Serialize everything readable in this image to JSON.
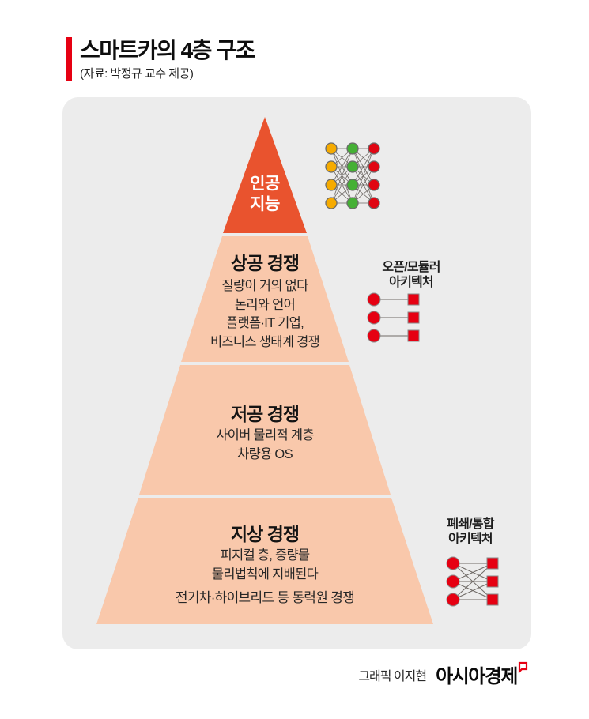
{
  "header": {
    "title": "스마트카의 4층 구조",
    "source": "(자료: 박정규 교수 제공)",
    "accent_color": "#e60012"
  },
  "pyramid": {
    "layers": [
      {
        "name": "인공지능",
        "title_lines": [
          "인공",
          "지능"
        ],
        "color": "#e9532e",
        "text_color": "#ffffff"
      },
      {
        "name": "상공 경쟁",
        "title": "상공 경쟁",
        "lines": [
          "질량이 거의 없다",
          "논리와 언어",
          "플랫폼·IT 기업,",
          "비즈니스 생태계 경쟁"
        ],
        "color": "#f9c8ab"
      },
      {
        "name": "저공 경쟁",
        "title": "저공 경쟁",
        "lines": [
          "사이버 물리적 계층",
          "차량용 OS"
        ],
        "color": "#f9c8ab"
      },
      {
        "name": "지상 경쟁",
        "title": "지상 경쟁",
        "lines": [
          "피지컬 층, 중량물",
          "물리법칙에 지배된다"
        ],
        "footnote": "전기차·하이브리드 등 동력원 경쟁",
        "color": "#f9c8ab"
      }
    ]
  },
  "diagrams": {
    "neural_network": {
      "columns": 3,
      "rows": 4,
      "column_colors": [
        "#f6ab00",
        "#45b035",
        "#e00613"
      ]
    },
    "open_modular": {
      "label_lines": [
        "오픈/모듈러",
        "아키텍처"
      ],
      "node_color": "#e60012",
      "rows": 3,
      "connection": "one-to-one"
    },
    "closed_integrated": {
      "label_lines": [
        "폐쇄/통합",
        "아키텍처"
      ],
      "node_color": "#e60012",
      "rows": 3,
      "connection": "fully-connected"
    }
  },
  "footer": {
    "credit": "그래픽 이지현",
    "brand": "아시아경제",
    "brand_mark_color": "#e60012"
  }
}
